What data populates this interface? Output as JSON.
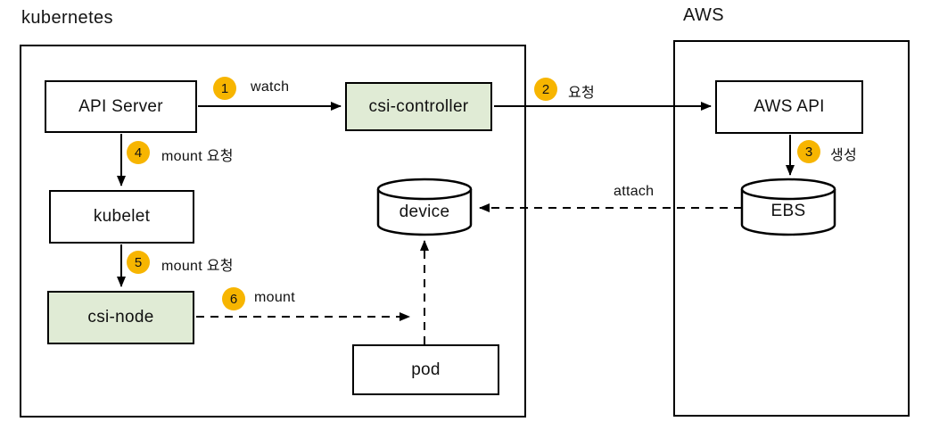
{
  "diagram": {
    "title_left": "kubernetes",
    "title_right": "AWS",
    "groups": [
      {
        "id": "kubernetes",
        "label": "kubernetes"
      },
      {
        "id": "aws",
        "label": "AWS"
      }
    ],
    "nodes": [
      {
        "id": "api-server",
        "label": "API Server",
        "shape": "rect",
        "highlight": false
      },
      {
        "id": "csi-controller",
        "label": "csi-controller",
        "shape": "rect",
        "highlight": true
      },
      {
        "id": "kubelet",
        "label": "kubelet",
        "shape": "rect",
        "highlight": false
      },
      {
        "id": "csi-node",
        "label": "csi-node",
        "shape": "rect",
        "highlight": true
      },
      {
        "id": "aws-api",
        "label": "AWS API",
        "shape": "rect",
        "highlight": false
      },
      {
        "id": "device",
        "label": "device",
        "shape": "cylinder",
        "highlight": false
      },
      {
        "id": "ebs",
        "label": "EBS",
        "shape": "cylinder",
        "highlight": false
      },
      {
        "id": "pod",
        "label": "pod",
        "shape": "rect",
        "highlight": false
      }
    ],
    "edges": [
      {
        "step": "1",
        "label": "watch",
        "from": "api-server",
        "to": "csi-controller",
        "style": "solid"
      },
      {
        "step": "2",
        "label": "요청",
        "from": "csi-controller",
        "to": "aws-api",
        "style": "solid"
      },
      {
        "step": "3",
        "label": "생성",
        "from": "aws-api",
        "to": "ebs",
        "style": "solid"
      },
      {
        "step": "4",
        "label": "mount 요청",
        "from": "api-server",
        "to": "kubelet",
        "style": "solid"
      },
      {
        "step": "5",
        "label": "mount 요청",
        "from": "kubelet",
        "to": "csi-node",
        "style": "solid"
      },
      {
        "step": "6",
        "label": "mount",
        "from": "csi-node",
        "to": "device",
        "style": "dashed"
      },
      {
        "step": "",
        "label": "attach",
        "from": "ebs",
        "to": "device",
        "style": "dashed"
      },
      {
        "step": "",
        "label": "",
        "from": "pod",
        "to": "device",
        "style": "dashed"
      }
    ],
    "colors": {
      "highlight_fill": "#e0ebd5",
      "badge_fill": "#f7b500",
      "stroke": "#000000",
      "background": "#ffffff"
    }
  }
}
